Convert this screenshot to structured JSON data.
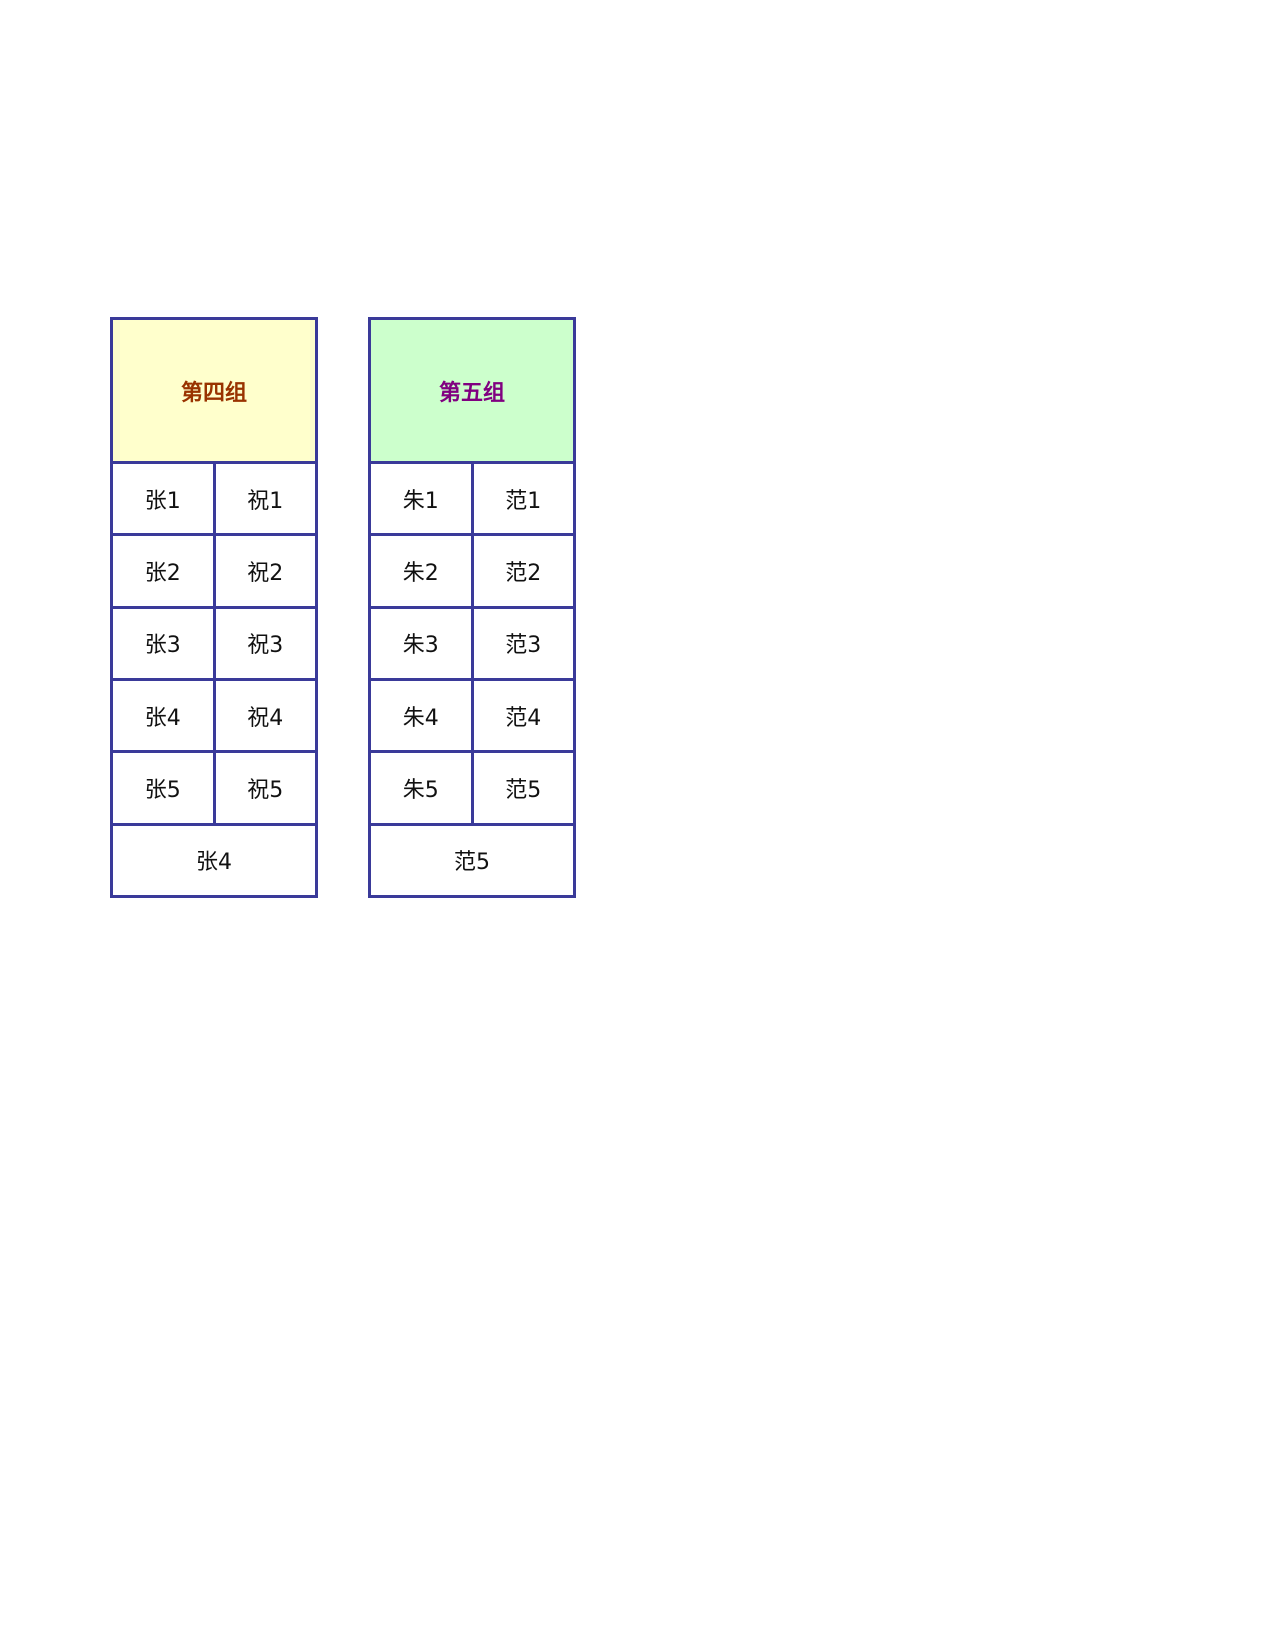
{
  "groups": [
    {
      "title": "第四组",
      "header_bg": "#ffffcc",
      "title_color": "#993300",
      "rows": [
        [
          "张1",
          "祝1"
        ],
        [
          "张2",
          "祝2"
        ],
        [
          "张3",
          "祝3"
        ],
        [
          "张4",
          "祝4"
        ],
        [
          "张5",
          "祝5"
        ]
      ],
      "footer": "张4"
    },
    {
      "title": "第五组",
      "header_bg": "#ccffcc",
      "title_color": "#800080",
      "rows": [
        [
          "朱1",
          "范1"
        ],
        [
          "朱2",
          "范2"
        ],
        [
          "朱3",
          "范3"
        ],
        [
          "朱4",
          "范4"
        ],
        [
          "朱5",
          "范5"
        ]
      ],
      "footer": "范5"
    }
  ]
}
